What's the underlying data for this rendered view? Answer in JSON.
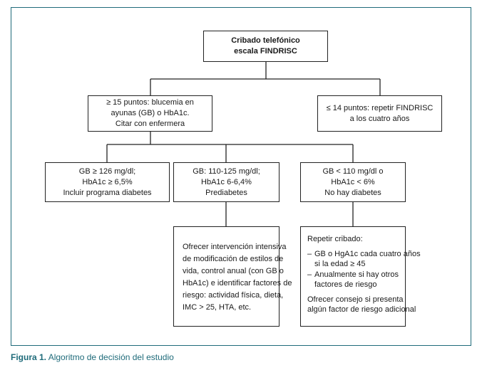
{
  "nodes": {
    "root": {
      "lines": [
        "Cribado telefónico",
        "escala FINDRISC"
      ]
    },
    "high_score": {
      "lines": [
        "≥ 15 puntos: blucemia en",
        "ayunas (GB) o HbA1c.",
        "Citar con enfermera"
      ]
    },
    "low_score": {
      "lines": [
        "≤ 14 puntos: repetir FINDRISC",
        "a los cuatro años"
      ]
    },
    "diabetes": {
      "lines": [
        "GB ≥ 126 mg/dl;",
        "HbA1c ≥ 6,5%",
        "Incluir programa diabetes"
      ]
    },
    "prediabetes": {
      "lines": [
        "GB: 110-125 mg/dl;",
        "HbA1c 6-6,4%",
        "Prediabetes"
      ]
    },
    "no_diabetes": {
      "lines": [
        "GB < 110 mg/dl o",
        "HbA1c < 6%",
        "No hay diabetes"
      ]
    },
    "intervention": {
      "lines": [
        "Ofrecer intervención intensiva",
        "de modificación de estilos de",
        "vida, control anual (con GB o",
        "HbA1c) e identificar factores de",
        "riesgo: actividad física, dieta,",
        "IMC > 25, HTA, etc."
      ]
    },
    "repeat": {
      "title": "Repetir cribado:",
      "bullets": [
        [
          "GB o HgA1c cada cuatro años",
          "si la edad ≥ 45"
        ],
        [
          "Anualmente si hay otros",
          "factores de riesgo"
        ]
      ],
      "footer": [
        "Ofrecer consejo si presenta",
        "algún factor de riesgo adicional"
      ]
    }
  },
  "caption": {
    "label": "Figura 1.",
    "text": "Algoritmo de decisión del estudio"
  }
}
